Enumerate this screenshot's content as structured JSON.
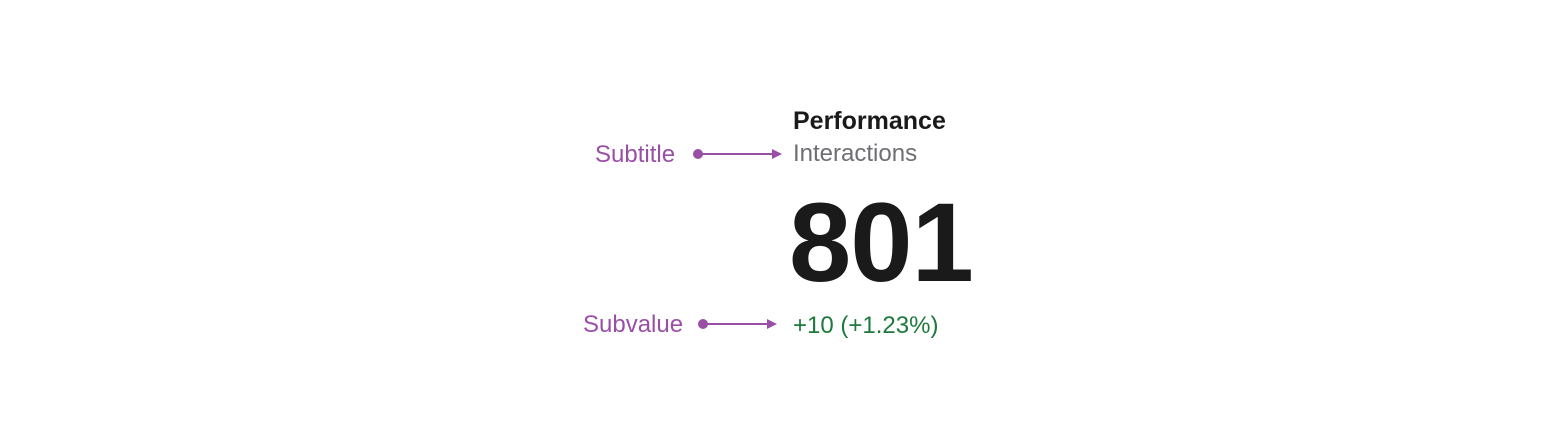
{
  "annotations": {
    "subtitle_label": "Subtitle",
    "subvalue_label": "Subvalue"
  },
  "card": {
    "title": "Performance",
    "subtitle": "Interactions",
    "value": "801",
    "subvalue": "+10 (+1.23%)"
  },
  "colors": {
    "annotation": "#9A4FA6",
    "title": "#1a1a1a",
    "subtitle": "#6e6e73",
    "value": "#1a1a1a",
    "subvalue_positive": "#1e7a3c"
  }
}
